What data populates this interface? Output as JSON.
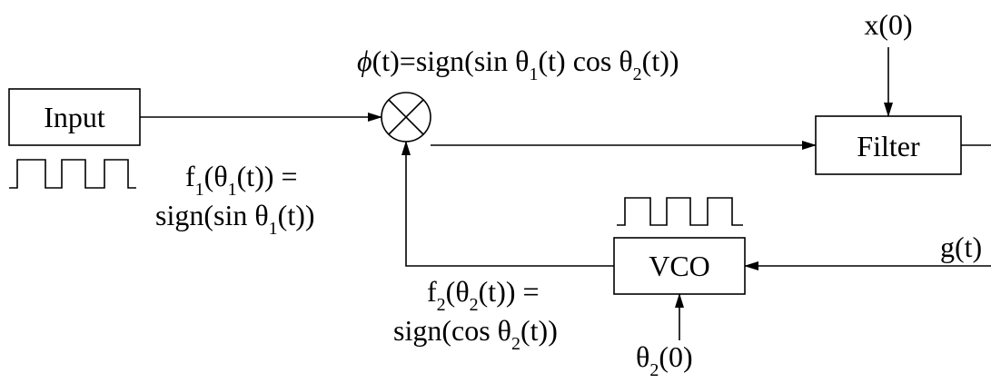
{
  "colors": {
    "line": "#000000",
    "background": "#ffffff"
  },
  "blocks": {
    "input": "Input",
    "filter": "Filter",
    "vco": "VCO"
  },
  "labels": {
    "x0": "x(0)",
    "gt": "g(t)",
    "phi": {
      "lhs": "(t)=sign(sin θ",
      "sub1": "1",
      "mid": "(t) cos θ",
      "sub2": "2",
      "rhs": "(t))"
    },
    "f1": {
      "a": "f",
      "s1": "1",
      "b": "(θ",
      "s2": "1",
      "c": "(t)) ="
    },
    "f1_def": {
      "a": "sign(sin θ",
      "s1": "1",
      "b": "(t))"
    },
    "f2": {
      "a": "f",
      "s1": "2",
      "b": "(θ",
      "s2": "2",
      "c": "(t)) ="
    },
    "f2_def": {
      "a": "sign(cos θ",
      "s1": "2",
      "b": "(t))"
    },
    "theta20": {
      "a": "θ",
      "s1": "2",
      "b": "(0)"
    }
  },
  "icons": {
    "multiplier": "circle-x-icon",
    "phi": "phi-symbol",
    "square_wave": "square-wave-icon"
  }
}
